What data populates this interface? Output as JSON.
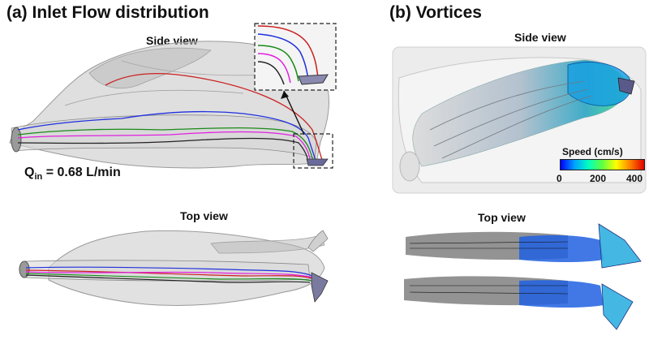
{
  "panel_a": {
    "title": "(a) Inlet Flow distribution",
    "side_view_label": "Side view",
    "top_view_label": "Top view",
    "flow_rate": {
      "symbol": "Q",
      "subscript": "in",
      "value": "= 0.68 L/min"
    },
    "streamline_colors": [
      "#cc2020",
      "#2030dd",
      "#1a8a1a",
      "#e020e0",
      "#222222"
    ]
  },
  "panel_b": {
    "title": "(b) Vortices",
    "side_view_label": "Side view",
    "top_view_label": "Top view",
    "colorbar": {
      "title": "Speed (cm/s)",
      "ticks": [
        "0",
        "200",
        "400"
      ],
      "colors": [
        "#0000ff",
        "#00a0ff",
        "#00ffc0",
        "#60ff40",
        "#ffff00",
        "#ff8000",
        "#e00000"
      ]
    }
  }
}
